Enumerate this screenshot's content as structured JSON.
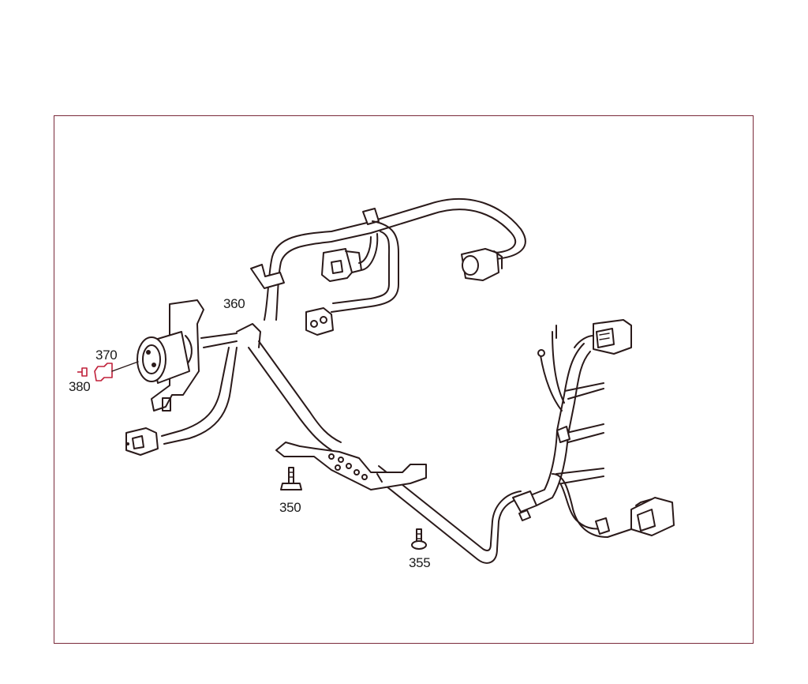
{
  "diagram": {
    "callouts": [
      {
        "id": "360",
        "label": "360"
      },
      {
        "id": "370",
        "label": "370"
      },
      {
        "id": "380",
        "label": "380"
      },
      {
        "id": "350",
        "label": "350"
      },
      {
        "id": "355",
        "label": "355"
      }
    ],
    "colors": {
      "line": "#2a1a1a",
      "frame": "#7a2a3a",
      "highlight": "#c0203a"
    }
  }
}
